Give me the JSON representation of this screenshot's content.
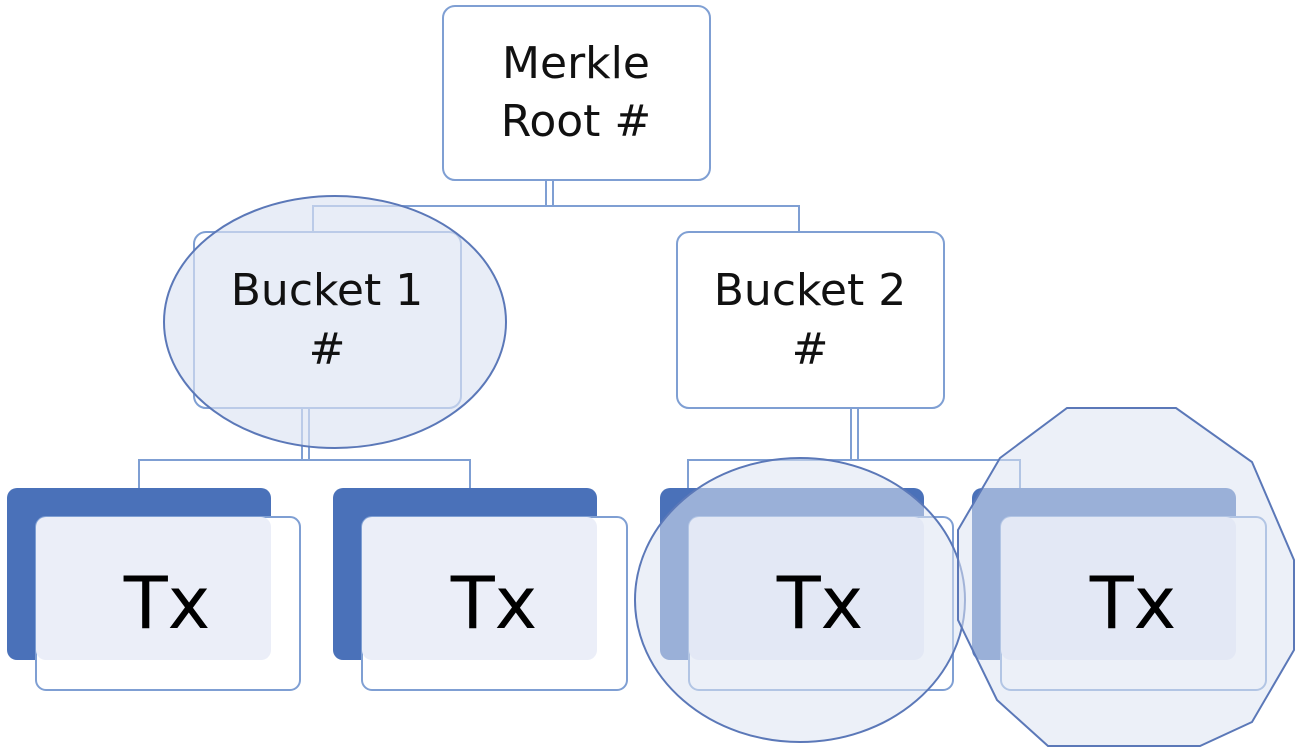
{
  "root": {
    "line1": "Merkle",
    "line2": "Root #"
  },
  "buckets": [
    {
      "line1": "Bucket 1",
      "line2": "#"
    },
    {
      "line1": "Bucket 2",
      "line2": "#"
    }
  ],
  "transactions": [
    {
      "label": "Tx"
    },
    {
      "label": "Tx"
    },
    {
      "label": "Tx"
    },
    {
      "label": "Tx"
    }
  ],
  "colors": {
    "box_border": "#7f9fd3",
    "tab_fill": "#4a71b9",
    "card_fill": "#ebeef8",
    "overlay_fill": "#dce3f3",
    "highlight_stroke": "#5b78b8",
    "connector": "#7f9fd3"
  }
}
